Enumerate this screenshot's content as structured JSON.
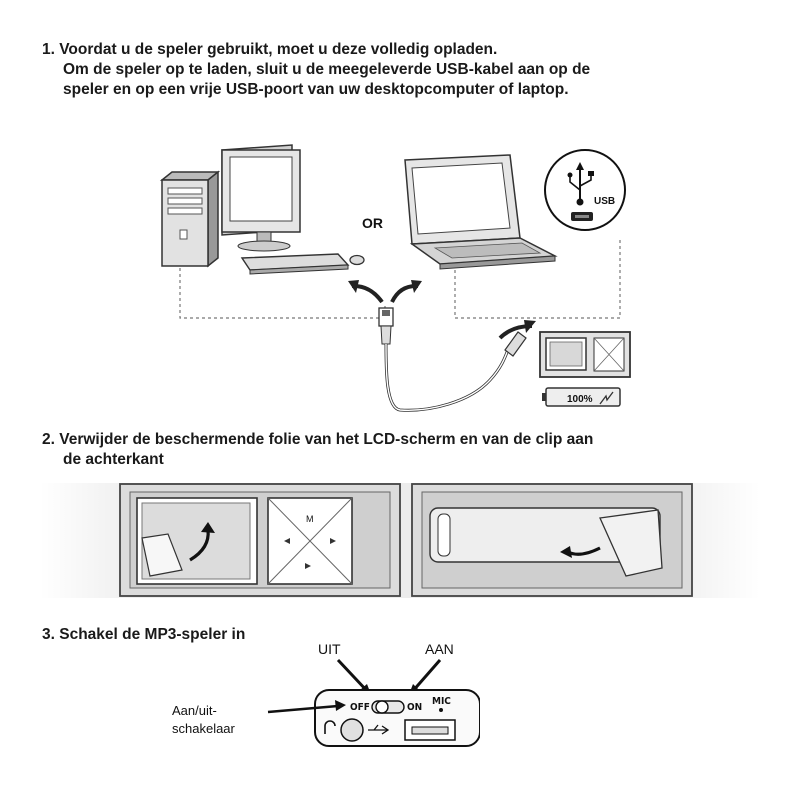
{
  "step1": {
    "lines": [
      "1. Voordat u de speler gebruikt, moet u deze volledig opladen.",
      "Om de speler op te laden, sluit u de meegeleverde USB-kabel aan op de",
      "speler en op een vrije USB-poort van uw desktopcomputer of laptop."
    ],
    "or_label": "OR",
    "usb_label": "USB",
    "battery_label": "100%"
  },
  "step2": {
    "lines": [
      "2. Verwijder de beschermende folie van het LCD-scherm en van de clip aan",
      "de achterkant"
    ],
    "keypad_m": "M"
  },
  "step3": {
    "line": "3. Schakel de MP3-speler in",
    "label_uit": "UIT",
    "label_aan": "AAN",
    "switch_off": "OFF",
    "switch_on": "ON",
    "mic_label": "MIC",
    "switch_caption": [
      "Aan/uit-",
      "schakelaar"
    ]
  }
}
